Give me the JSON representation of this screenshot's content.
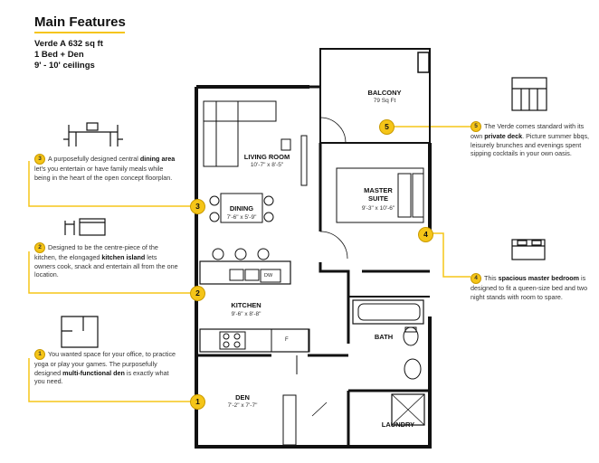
{
  "header": {
    "title": "Main Features",
    "specs": [
      "Verde A 632 sq ft",
      "1 Bed + Den",
      "9' - 10' ceilings"
    ]
  },
  "rooms": {
    "balcony": {
      "name": "BALCONY",
      "dim": "79 Sq Ft"
    },
    "living": {
      "name": "LIVING ROOM",
      "dim": "10'-7\" x 8'-5\""
    },
    "master": {
      "name": "MASTER\nSUITE",
      "dim": "9'-3\" x 10'-6\""
    },
    "dining": {
      "name": "DINING",
      "dim": "7'-6\" x 5'-9\""
    },
    "kitchen": {
      "name": "KITCHEN",
      "dim": "9'-6\" x 8'-8\""
    },
    "bath": {
      "name": "BATH"
    },
    "den": {
      "name": "DEN",
      "dim": "7'-2\" x 7'-7\""
    },
    "laundry": {
      "name": "LAUNDRY"
    },
    "dw": "DW",
    "fridge": "F"
  },
  "features": [
    {
      "num": "1",
      "pre": "You wanted space for your office, to practice yoga or play your games. The purposefully designed ",
      "bold": "multi-functional den",
      "post": " is exactly what you need."
    },
    {
      "num": "2",
      "pre": "Designed to be the centre-piece of the kitchen, the elongaged ",
      "bold": "kitchen island",
      "post": " lets owners cook, snack and entertain all from the one location."
    },
    {
      "num": "3",
      "pre": "A purposefully designed central ",
      "bold": "dining area",
      "post": " let's you entertain or have family meals while being in the heart of the open concept floorplan."
    },
    {
      "num": "4",
      "pre": "This ",
      "bold": "spacious master bedroom",
      "post": " is designed to fit a queen-size bed and two night stands with room to spare."
    },
    {
      "num": "5",
      "pre": "The Verde comes standard with its own ",
      "bold": "private deck",
      "post": ". Picture summer bbqs, leisurely brunches and evenings spent sipping cocktails in your own oasis."
    }
  ],
  "colors": {
    "accent": "#f5c518",
    "wall": "#111111",
    "text": "#333333"
  },
  "icons": [
    "dining-table-icon",
    "kitchen-island-icon",
    "floorplan-den-icon",
    "bed-icon",
    "balcony-icon"
  ]
}
